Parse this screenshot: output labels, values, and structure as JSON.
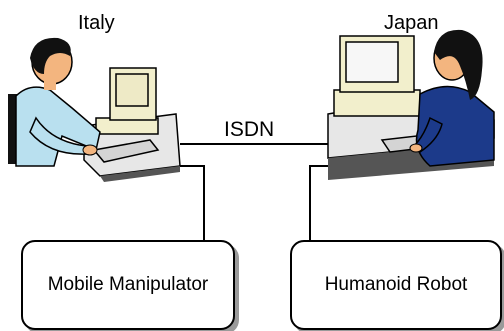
{
  "diagram": {
    "left_site": {
      "label": "Italy",
      "device": "Mobile Manipulator"
    },
    "right_site": {
      "label": "Japan",
      "device": "Humanoid Robot"
    },
    "link": {
      "label": "ISDN"
    }
  },
  "colors": {
    "line": "#000000",
    "shirt_left": "#b9e0ef",
    "shirt_right": "#1c3a8a",
    "hair": "#111111",
    "skin": "#f3b57f",
    "computer": "#f2efcc",
    "desk": "#e7e7e7",
    "desk_shadow": "#555555"
  },
  "icons": [
    "man-at-computer-icon",
    "woman-at-computer-icon"
  ]
}
